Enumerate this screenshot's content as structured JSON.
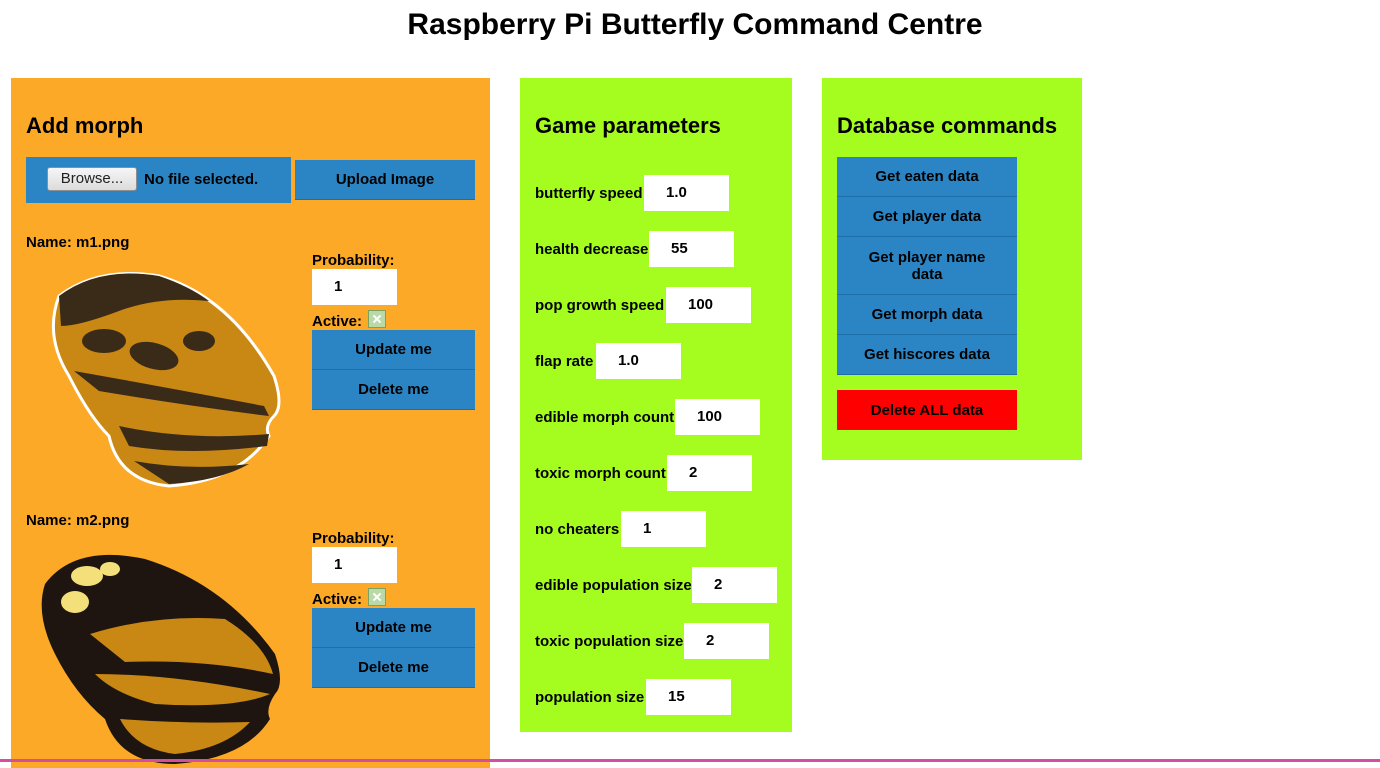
{
  "header": {
    "title": "Raspberry Pi Butterfly Command Centre"
  },
  "add_morph": {
    "heading": "Add morph",
    "browse_label": "Browse...",
    "file_status": "No file selected.",
    "upload_label": "Upload Image",
    "morphs": [
      {
        "name": "Name: m1.png",
        "probability_label": "Probability:",
        "probability": "1",
        "active_label": "Active:",
        "update_label": "Update me",
        "delete_label": "Delete me"
      },
      {
        "name": "Name: m2.png",
        "probability_label": "Probability:",
        "probability": "1",
        "active_label": "Active:",
        "update_label": "Update me",
        "delete_label": "Delete me"
      }
    ]
  },
  "game_parameters": {
    "heading": "Game parameters",
    "params": [
      {
        "label": "butterfly speed",
        "value": "1.0"
      },
      {
        "label": "health decrease",
        "value": "55"
      },
      {
        "label": "pop growth speed",
        "value": "100"
      },
      {
        "label": "flap rate",
        "value": "1.0"
      },
      {
        "label": "edible morph count",
        "value": "100"
      },
      {
        "label": "toxic morph count",
        "value": "2"
      },
      {
        "label": "no cheaters",
        "value": "1"
      },
      {
        "label": "edible population size",
        "value": "2"
      },
      {
        "label": "toxic population size",
        "value": "2"
      },
      {
        "label": "population size",
        "value": "15"
      }
    ]
  },
  "database": {
    "heading": "Database commands",
    "buttons": [
      "Get eaten data",
      "Get player data",
      "Get player name data",
      "Get morph data",
      "Get hiscores data"
    ],
    "delete_all": "Delete ALL data"
  },
  "colors": {
    "orange_panel": "#fba926",
    "green_panel": "#a5fd1f",
    "button_blue": "#2b85c5",
    "danger_red": "#ff0000"
  },
  "icons": [
    "checkbox-icon",
    "butterfly-wing-image"
  ]
}
